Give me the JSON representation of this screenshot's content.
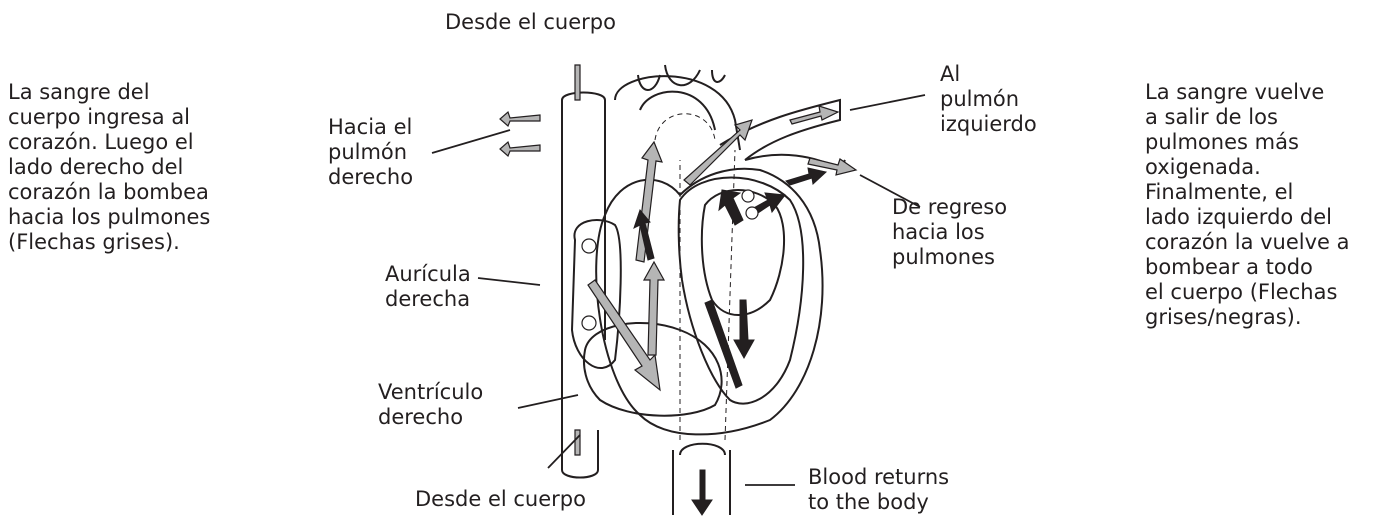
{
  "left_text": {
    "lines": [
      "La sangre del",
      "cuerpo ingresa al",
      "corazón. Luego el",
      "lado derecho del",
      "corazón la bombea",
      "hacia los pulmones",
      "(Flechas grises)."
    ]
  },
  "right_text": {
    "lines": [
      "La sangre vuelve",
      "a salir de los",
      "pulmones más",
      "oxigenada.",
      "Finalmente, el",
      "lado izquierdo del",
      "corazón la vuelve a",
      "bombear a todo",
      "el cuerpo (Flechas",
      "grises/negras)."
    ]
  },
  "labels": {
    "desde_cuerpo_top": "Desde el cuerpo",
    "hacia_pulmon_derecho": [
      "Hacia el",
      "pulmón",
      "derecho"
    ],
    "al_pulmon_izquierdo": [
      "Al",
      "pulmón",
      "izquierdo"
    ],
    "de_regreso": [
      "De regreso",
      "hacia los",
      "pulmones"
    ],
    "auricula_derecha": [
      "Aurícula",
      "derecha"
    ],
    "ventriculo_derecho": [
      "Ventrículo",
      "derecho"
    ],
    "desde_cuerpo_bottom": "Desde el cuerpo",
    "blood_returns": [
      "Blood returns",
      "to the body"
    ]
  },
  "colors": {
    "outline": "#231f20",
    "grey_arrow": "#b5b5b5",
    "black_arrow": "#231f20"
  }
}
